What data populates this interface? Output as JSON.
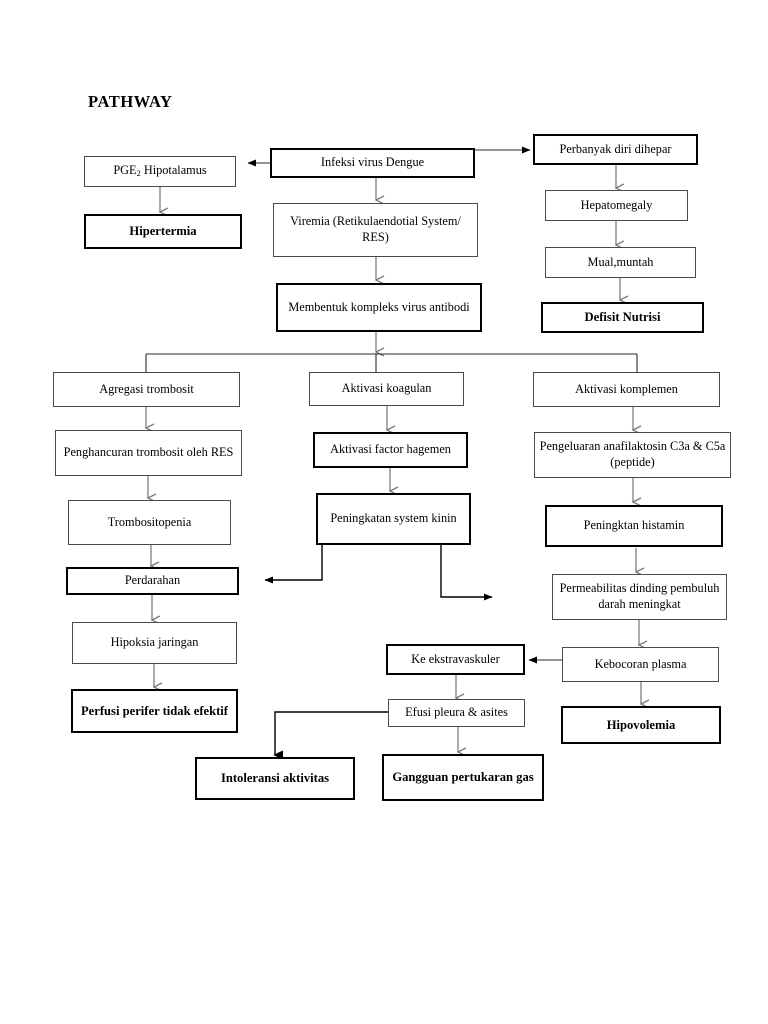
{
  "document": {
    "title": "PATHWAY",
    "type": "clinical-pathway-flowchart",
    "language": "id"
  },
  "colors": {
    "background": "#ffffff",
    "text": "#000000",
    "thin_border": "#4a4a4a",
    "thick_border": "#000000",
    "connector": "#6e6e6e",
    "connector_dark": "#000000"
  },
  "nodes": {
    "pge2_hipotalamus": {
      "label": "PGE",
      "sub": "2",
      "label_after": " Hipotalamus"
    },
    "hipertermia": {
      "label": "Hipertermia"
    },
    "infeksi_virus_dengue": {
      "label": "Infeksi virus Dengue"
    },
    "viremia": {
      "label": "Viremia (Retikulaendotial System/ RES)"
    },
    "membentuk_kompleks": {
      "label": "Membentuk kompleks virus antibodi"
    },
    "perbanyak_diri": {
      "label": "Perbanyak diri dihepar"
    },
    "hepatomegaly": {
      "label": "Hepatomegaly"
    },
    "mual_muntah": {
      "label": "Mual,muntah"
    },
    "defisit_nutrisi": {
      "label": "Defisit Nutrisi"
    },
    "agregasi_trombosit": {
      "label": "Agregasi trombosit"
    },
    "penghancuran_trombosit": {
      "label": "Penghancuran trombosit oleh RES"
    },
    "trombositopenia": {
      "label": "Trombositopenia"
    },
    "perdarahan": {
      "label": "Perdarahan"
    },
    "hipoksia_jaringan": {
      "label": "Hipoksia jaringan"
    },
    "perfusi_perifer": {
      "label": "Perfusi perifer tidak efektif"
    },
    "aktivasi_koagulan": {
      "label": "Aktivasi koagulan"
    },
    "aktivasi_factor_hagemen": {
      "label": "Aktivasi factor hagemen"
    },
    "peningkatan_system_kinin": {
      "label": "Peningkatan system kinin"
    },
    "aktivasi_komplemen": {
      "label": "Aktivasi komplemen"
    },
    "pengeluaran_anafilaktosin": {
      "label": "Pengeluaran anafilaktosin C3a & C5a (peptide)"
    },
    "peningktan_histamin": {
      "label": "Peningktan histamin"
    },
    "permeabilitas_dinding": {
      "label": "Permeabilitas dinding pembuluh darah meningkat"
    },
    "kebocoran_plasma": {
      "label": "Kebocoran plasma"
    },
    "hipovolemia": {
      "label": "Hipovolemia"
    },
    "ke_ekstravaskuler": {
      "label": "Ke ekstravaskuler"
    },
    "efusi_pleura": {
      "label": "Efusi pleura & asites"
    },
    "gangguan_pertukaran_gas": {
      "label": "Gangguan pertukaran gas"
    },
    "intoleransi_aktivitas": {
      "label": "Intoleransi aktivitas"
    }
  },
  "flow_edges": [
    {
      "from": "infeksi_virus_dengue",
      "to": "pge2_hipotalamus"
    },
    {
      "from": "infeksi_virus_dengue",
      "to": "perbanyak_diri"
    },
    {
      "from": "infeksi_virus_dengue",
      "to": "viremia"
    },
    {
      "from": "pge2_hipotalamus",
      "to": "hipertermia"
    },
    {
      "from": "viremia",
      "to": "membentuk_kompleks"
    },
    {
      "from": "perbanyak_diri",
      "to": "hepatomegaly"
    },
    {
      "from": "hepatomegaly",
      "to": "mual_muntah"
    },
    {
      "from": "mual_muntah",
      "to": "defisit_nutrisi"
    },
    {
      "from": "membentuk_kompleks",
      "to": "agregasi_trombosit"
    },
    {
      "from": "membentuk_kompleks",
      "to": "aktivasi_koagulan"
    },
    {
      "from": "membentuk_kompleks",
      "to": "aktivasi_komplemen"
    },
    {
      "from": "agregasi_trombosit",
      "to": "penghancuran_trombosit"
    },
    {
      "from": "penghancuran_trombosit",
      "to": "trombositopenia"
    },
    {
      "from": "trombositopenia",
      "to": "perdarahan"
    },
    {
      "from": "perdarahan",
      "to": "hipoksia_jaringan"
    },
    {
      "from": "hipoksia_jaringan",
      "to": "perfusi_perifer"
    },
    {
      "from": "aktivasi_koagulan",
      "to": "aktivasi_factor_hagemen"
    },
    {
      "from": "aktivasi_factor_hagemen",
      "to": "peningkatan_system_kinin"
    },
    {
      "from": "peningkatan_system_kinin",
      "to": "perdarahan"
    },
    {
      "from": "peningkatan_system_kinin",
      "to": "ke_ekstravaskuler"
    },
    {
      "from": "aktivasi_komplemen",
      "to": "pengeluaran_anafilaktosin"
    },
    {
      "from": "pengeluaran_anafilaktosin",
      "to": "peningktan_histamin"
    },
    {
      "from": "peningktan_histamin",
      "to": "permeabilitas_dinding"
    },
    {
      "from": "permeabilitas_dinding",
      "to": "kebocoran_plasma"
    },
    {
      "from": "kebocoran_plasma",
      "to": "hipovolemia"
    },
    {
      "from": "kebocoran_plasma",
      "to": "ke_ekstravaskuler"
    },
    {
      "from": "ke_ekstravaskuler",
      "to": "efusi_pleura"
    },
    {
      "from": "efusi_pleura",
      "to": "gangguan_pertukaran_gas"
    },
    {
      "from": "efusi_pleura",
      "to": "intoleransi_aktivitas"
    }
  ]
}
